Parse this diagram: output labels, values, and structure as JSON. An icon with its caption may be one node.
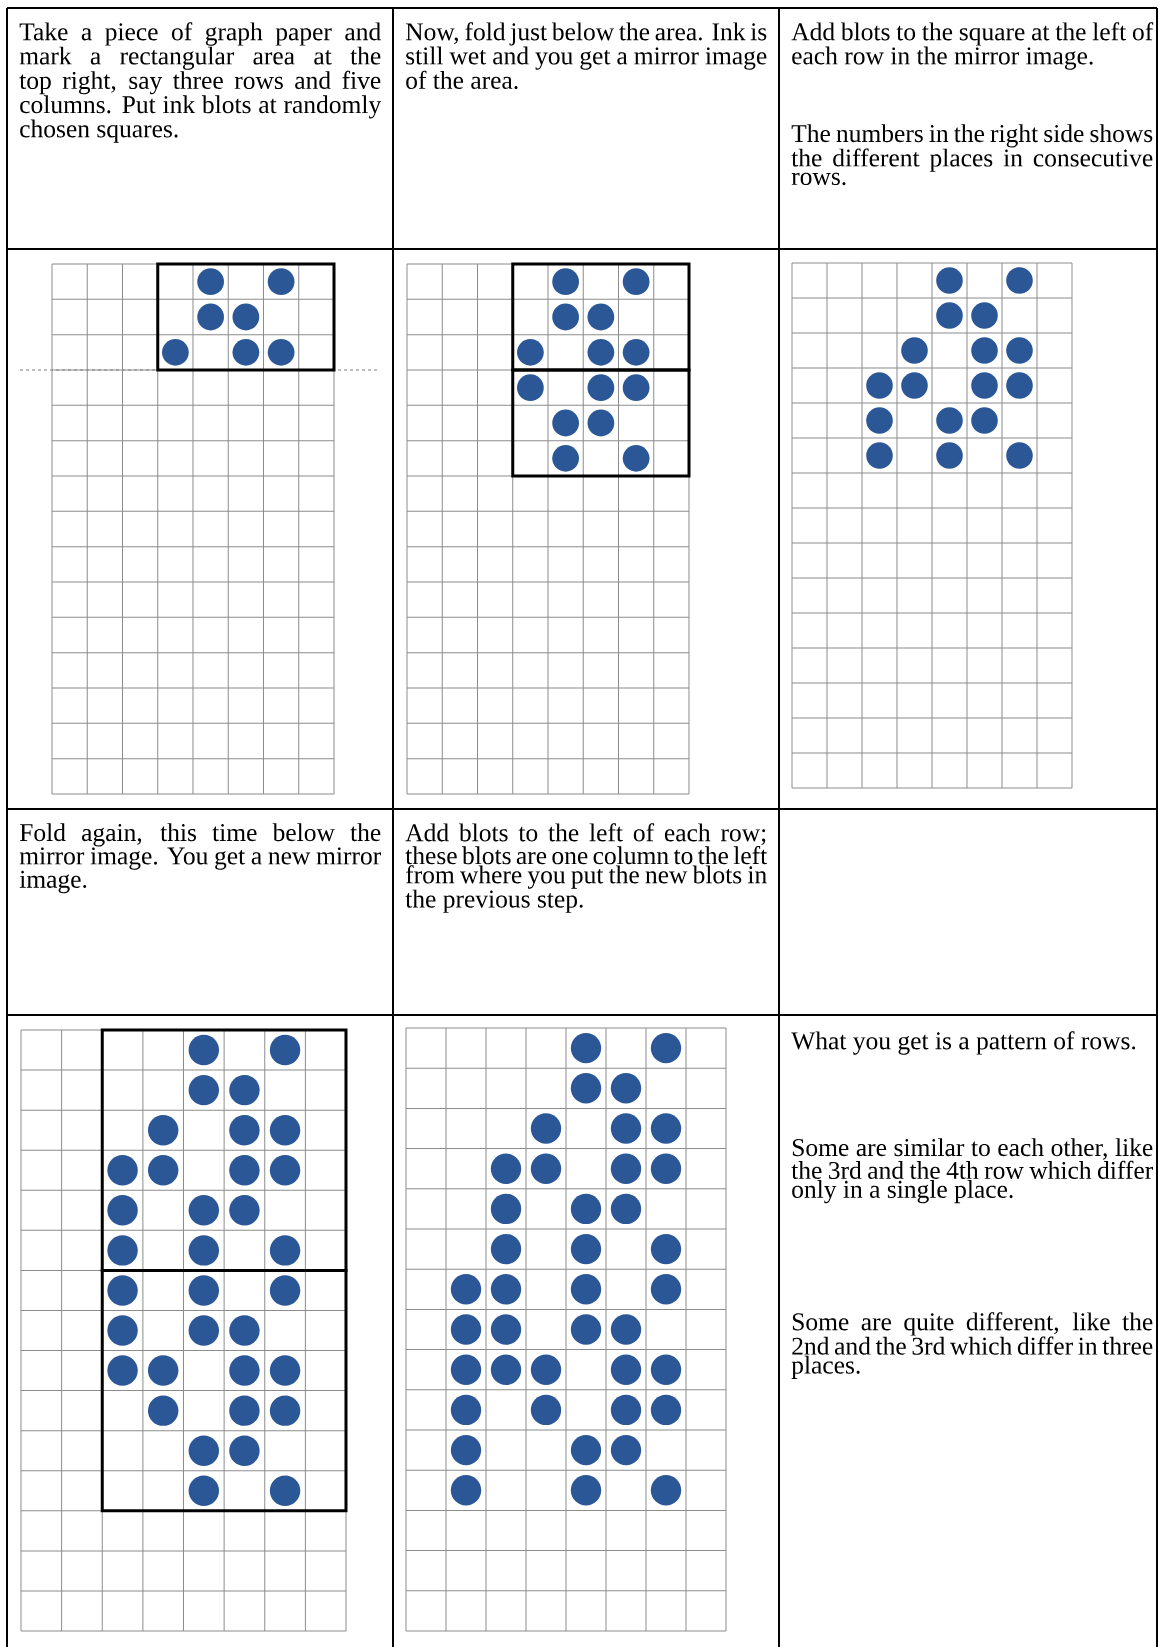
{
  "diagram": {
    "labels": [
      "Take a piece of graph paper and mark a rectangular area at the top right, say three rows and five columns. Put ink blots at randomly chosen squares.",
      "Now, fold just below the area. Ink is still wet and you get a mirror image of the area.",
      "Add blots to the square at the left of each row in the mirror image.",
      "The numbers in the right side shows the different places in consecutive rows.",
      "Fold again, this time below the mirror image. You get a new mirror image.",
      "Add blots to the left of each row; these blots are one column to the left from where you put the new blots in the previous step.",
      "What you get is a pattern of rows.",
      "Some are similar to each other, like the 3rd and the 4th row which differ only in a single place.",
      "Some are quite different, like the 2nd and the 3rd which differ in three places."
    ]
  }
}
